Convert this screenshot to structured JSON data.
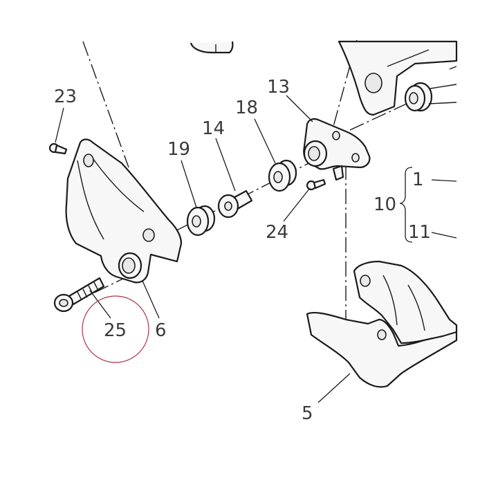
{
  "diagram": {
    "labels": {
      "p1": "1",
      "p5": "5",
      "p6": "6",
      "p10": "10",
      "p11": "11",
      "p13": "13",
      "p14": "14",
      "p18": "18",
      "p19": "19",
      "p23": "23",
      "p24": "24",
      "p25": "25"
    },
    "highlighted_part": "25",
    "colors": {
      "line": "#1a1a1a",
      "label": "#3a3a3a",
      "highlight_circle": "#b03048",
      "fill": "#f7f7f7"
    }
  }
}
